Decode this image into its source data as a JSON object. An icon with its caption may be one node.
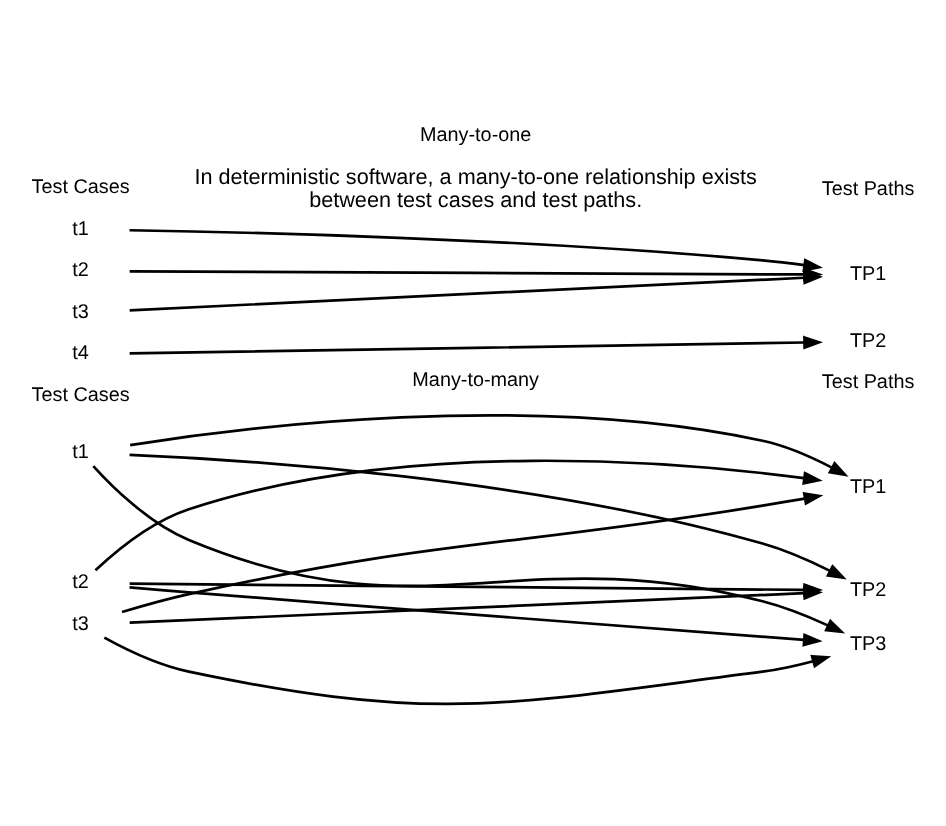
{
  "diagram": {
    "nodes": [
      {
        "text": [
          "t1"
        ]
      },
      {
        "text": [
          "t2"
        ]
      },
      {
        "text": [
          "t3"
        ]
      },
      {
        "text": [
          "t4"
        ]
      },
      {
        "text": [
          "TP1"
        ]
      },
      {
        "text": [
          "TP2"
        ]
      },
      {
        "text": [
          "t1"
        ]
      },
      {
        "text": [
          "t2"
        ]
      },
      {
        "text": [
          "t3"
        ]
      },
      {
        "text": [
          "TP1"
        ]
      },
      {
        "text": [
          "TP2"
        ]
      },
      {
        "text": [
          "TP3"
        ]
      }
    ],
    "edges": [
      {
        "from": 0,
        "to": 4,
        "arrow": "to"
      },
      {
        "from": 1,
        "to": 4,
        "arrow": "to"
      },
      {
        "from": 2,
        "to": 4,
        "arrow": "to"
      },
      {
        "from": 3,
        "to": 5,
        "arrow": "to"
      },
      {
        "from": 6,
        "to": 9,
        "arrow": "to"
      },
      {
        "from": 6,
        "to": 10,
        "arrow": "to"
      },
      {
        "from": 6,
        "to": 11,
        "arrow": "to"
      },
      {
        "from": 7,
        "to": 9,
        "arrow": "to"
      },
      {
        "from": 7,
        "to": 10,
        "arrow": "to"
      },
      {
        "from": 7,
        "to": 11,
        "arrow": "to"
      },
      {
        "from": 8,
        "to": 9,
        "arrow": "to"
      },
      {
        "from": 8,
        "to": 10,
        "arrow": "to"
      },
      {
        "from": 8,
        "to": 11,
        "arrow": "to"
      }
    ],
    "labels": [
      "Test Cases",
      "Test Paths",
      "Many-to-one",
      "In deterministic software, a many-to-one relationship exists between test cases and test paths.",
      "Test Cases",
      "Test Paths",
      "Many-to-many"
    ]
  }
}
